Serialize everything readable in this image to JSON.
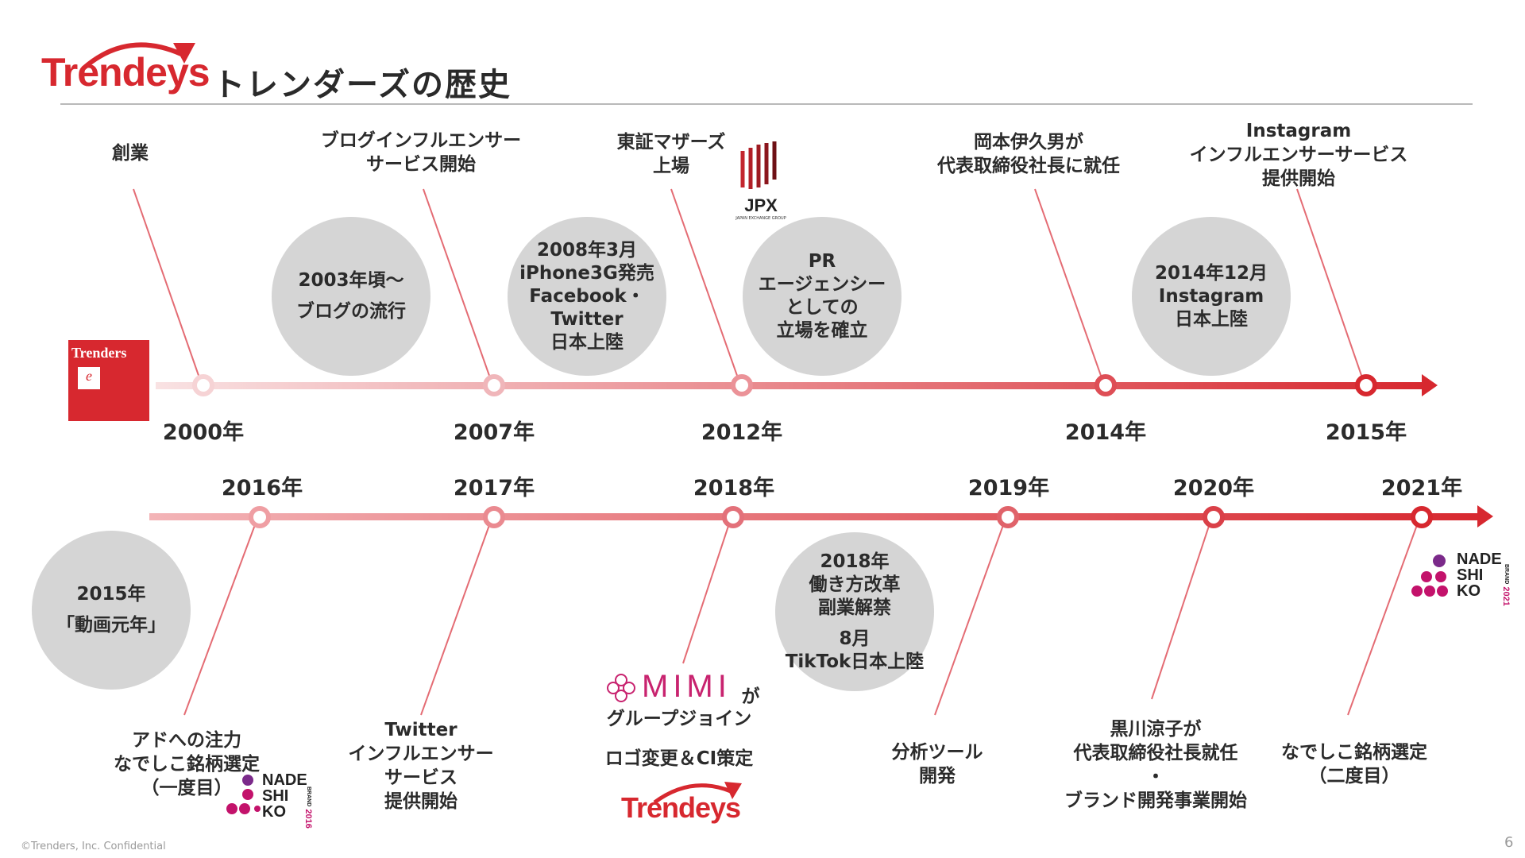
{
  "header": {
    "logo_text": "Trendeys",
    "title": "トレンダーズの歴史"
  },
  "timeline_top": {
    "events": [
      {
        "label": [
          "創業"
        ]
      },
      {
        "label": [
          "ブログインフルエンサー",
          "サービス開始"
        ]
      },
      {
        "label": [
          "東証マザーズ",
          "上場"
        ]
      },
      {
        "label": [
          "岡本伊久男が",
          "代表取締役社長に就任"
        ]
      },
      {
        "label": [
          "Instagram",
          "インフルエンサーサービス",
          "提供開始"
        ]
      }
    ],
    "years": [
      "2000年",
      "2007年",
      "2012年",
      "2014年",
      "2015年"
    ],
    "bubbles": [
      {
        "lines": [
          "2003年頃～",
          "ブログの流行"
        ]
      },
      {
        "lines": [
          "2008年3月",
          "iPhone3G発売",
          "Facebook・Twitter",
          "日本上陸"
        ]
      },
      {
        "lines": [
          "PR",
          "エージェンシー",
          "としての",
          "立場を確立"
        ]
      },
      {
        "lines": [
          "2014年12月",
          "Instagram",
          "日本上陸"
        ]
      }
    ]
  },
  "timeline_bottom": {
    "years": [
      "2016年",
      "2017年",
      "2018年",
      "2019年",
      "2020年",
      "2021年"
    ],
    "events": [
      {
        "label": [
          "アドへの注力",
          "なでしこ銘柄選定",
          "（一度目）"
        ]
      },
      {
        "label": [
          "Twitter",
          "インフルエンサー",
          "サービス",
          "提供開始"
        ]
      },
      {
        "label_mimi_suffix": "が",
        "label": [
          "グループジョイン"
        ],
        "label2": "ロゴ変更＆CI策定"
      },
      {
        "label": [
          "分析ツール",
          "開発"
        ]
      },
      {
        "label": [
          "黒川涼子が",
          "代表取締役社長就任",
          "・",
          "ブランド開発事業開始"
        ]
      },
      {
        "label": [
          "なでしこ銘柄選定",
          "（二度目）"
        ]
      }
    ],
    "bubbles": [
      {
        "lines": [
          "2015年",
          "「動画元年」"
        ]
      },
      {
        "lines": [
          "2018年",
          "働き方改革",
          "副業解禁"
        ],
        "lines2": [
          "8月",
          "TikTok日本上陸"
        ]
      }
    ]
  },
  "logos": {
    "jpx_text": "JPX",
    "jpx_sub": "JAPAN EXCHANGE GROUP",
    "trenders_box_text": "Trenders",
    "trenders_box_e": "e",
    "mimi_text": "MIMI",
    "trendeys_small": "Trendeys",
    "nade_2016": {
      "lines": [
        "NADE",
        "SHI",
        "KO"
      ],
      "brand": "BRAND",
      "year": "2016"
    },
    "nade_2021": {
      "lines": [
        "NADE",
        "SHI",
        "KO"
      ],
      "brand": "BRAND",
      "year": "2021"
    }
  },
  "footer": {
    "copyright": "©Trenders, Inc. Confidential",
    "page_number": "6"
  },
  "colors": {
    "brand_red": "#d7282f",
    "bubble_gray": "#d5d5d5",
    "nade_magenta": "#c3126b",
    "nade_purple": "#7b2a8a"
  }
}
